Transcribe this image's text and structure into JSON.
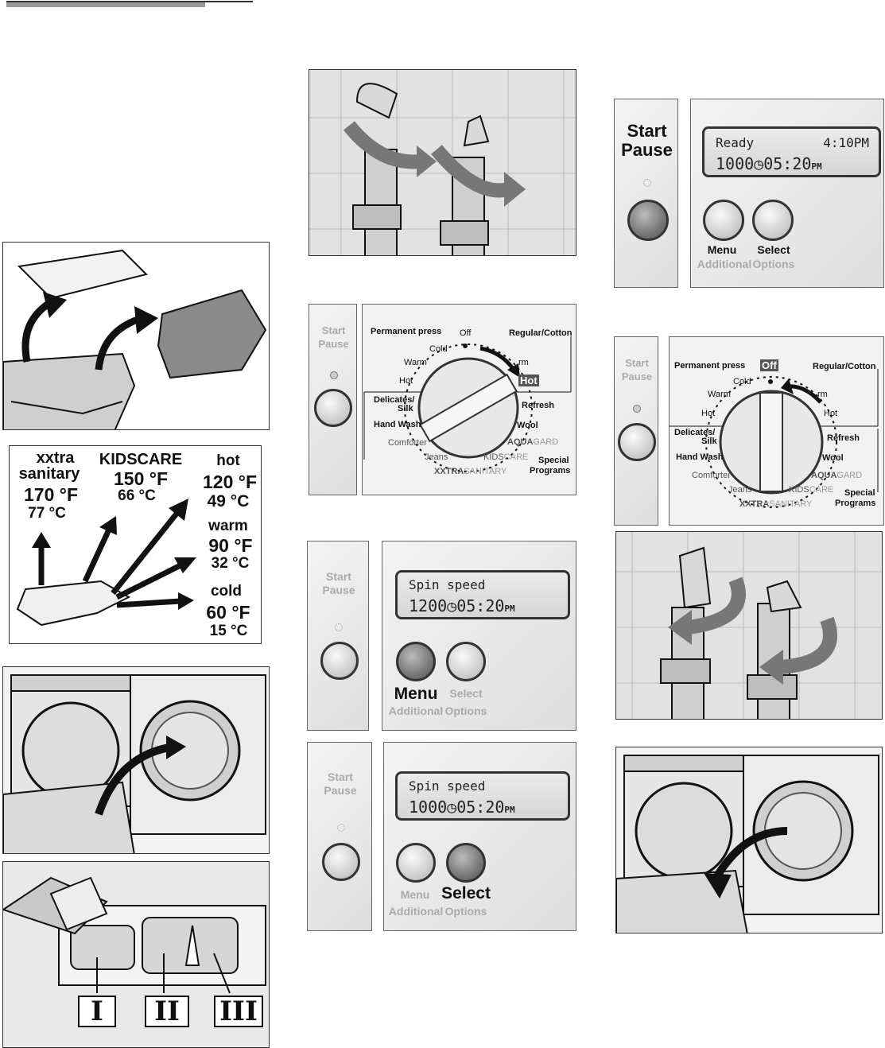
{
  "temperature_chart": {
    "xxtra_sanitary": {
      "name1": "xxtra",
      "name2": "sanitary",
      "f": "170 °F",
      "c": "77 °C"
    },
    "kidscare": {
      "name": "KIDSCARE",
      "f": "150 °F",
      "c": "66 °C"
    },
    "hot": {
      "name": "hot",
      "f": "120 °F",
      "c": "49 °C"
    },
    "warm": {
      "name": "warm",
      "f": "90 °F",
      "c": "32 °C"
    },
    "cold": {
      "name": "cold",
      "f": "60 °F",
      "c": "15 °C"
    }
  },
  "dispenser_labels": [
    "I",
    "II",
    "III"
  ],
  "control_panel": {
    "start": "Start",
    "pause": "Pause",
    "menu": "Menu",
    "additional": "Additional",
    "select": "Select",
    "options": "Options"
  },
  "display_ready": {
    "line1_left": "Ready",
    "line1_right": "4:10PM",
    "line2": "1000◷05:20",
    "ampm": "PM"
  },
  "display_spin_1200": {
    "line1": "Spin speed",
    "line2": "1200◷05:20",
    "ampm": "PM"
  },
  "display_spin_1000": {
    "line1": "Spin speed",
    "line2": "1000◷05:20",
    "ampm": "PM"
  },
  "dial": {
    "permanent_press": "Permanent press",
    "off": "Off",
    "regular_cotton": "Regular/Cotton",
    "cold": "Cold",
    "warm": "Warm",
    "hot": "Hot",
    "warm_partial": "rm",
    "delicates1": "Delicates/",
    "delicates2": "Silk",
    "hand_wash": "Hand Wash",
    "comforter": "Comforter",
    "jeans": "Jeans",
    "kids": "KIDS",
    "care": "CARE",
    "xxtra": "XXTRA",
    "sanitary": "SANITARY",
    "aqua": "AQUA",
    "gard": "GARD",
    "refresh": "Refresh",
    "wool": "Wool",
    "special": "Special",
    "programs": "Programs"
  }
}
